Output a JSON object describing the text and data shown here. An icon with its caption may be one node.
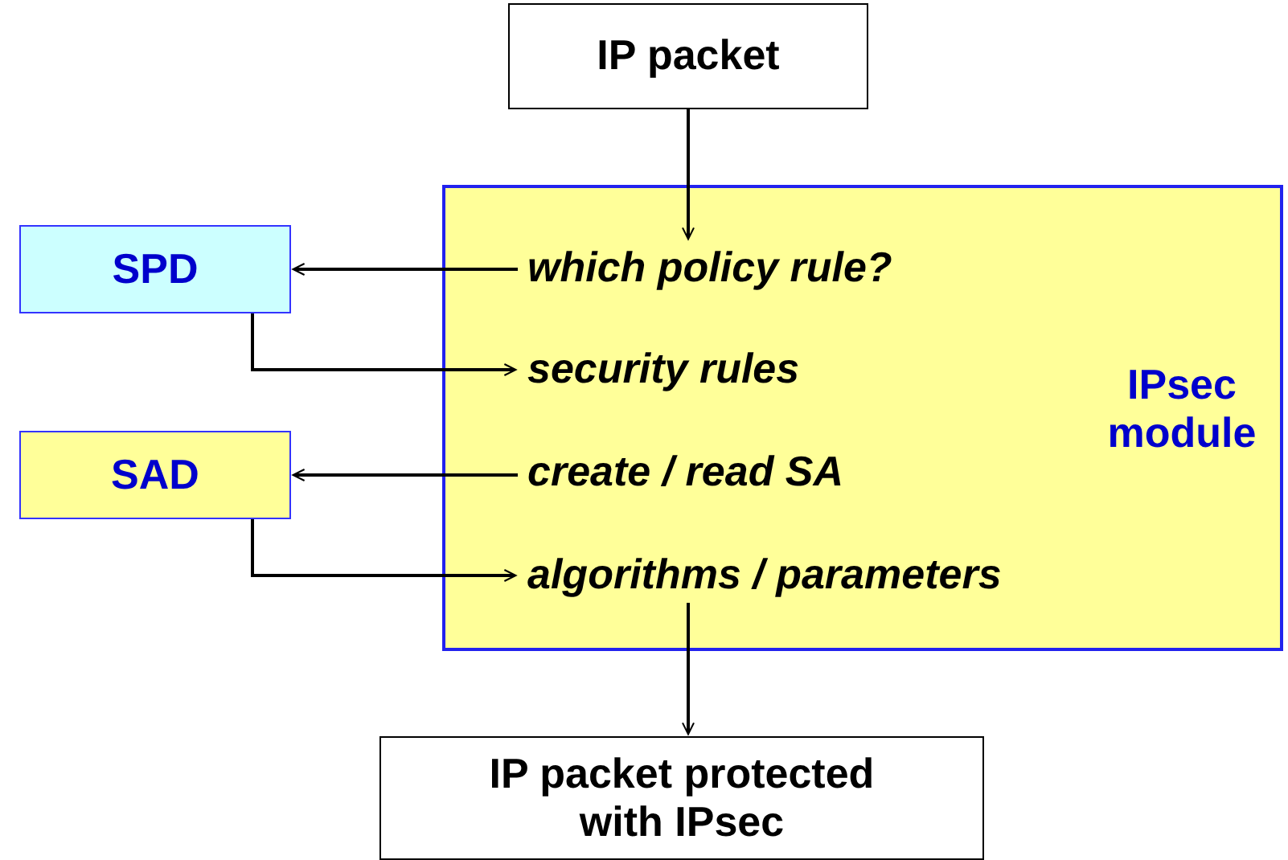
{
  "diagram": {
    "nodes": [
      {
        "text": [
          "IP packet"
        ]
      },
      {
        "text": [
          "SPD"
        ]
      },
      {
        "text": [
          "IPsec module"
        ]
      },
      {
        "text": [
          "which policy rule?"
        ],
        "in": 2
      },
      {
        "text": [
          "security rules"
        ],
        "in": 2
      },
      {
        "text": [
          "SAD"
        ]
      },
      {
        "text": [
          "create / read SA"
        ],
        "in": 2
      },
      {
        "text": [
          "algorithms / parameters"
        ],
        "in": 2
      },
      {
        "text": [
          "IP packet protected with IPsec"
        ]
      }
    ],
    "edges": [
      {
        "from": 0,
        "to": 3,
        "arrow": "to"
      },
      {
        "from": 3,
        "to": 1,
        "arrow": "to"
      },
      {
        "from": 1,
        "to": 4,
        "arrow": "to"
      },
      {
        "from": 6,
        "to": 5,
        "arrow": "to"
      },
      {
        "from": 5,
        "to": 7,
        "arrow": "to"
      },
      {
        "from": 7,
        "to": 8,
        "arrow": "to"
      }
    ]
  }
}
